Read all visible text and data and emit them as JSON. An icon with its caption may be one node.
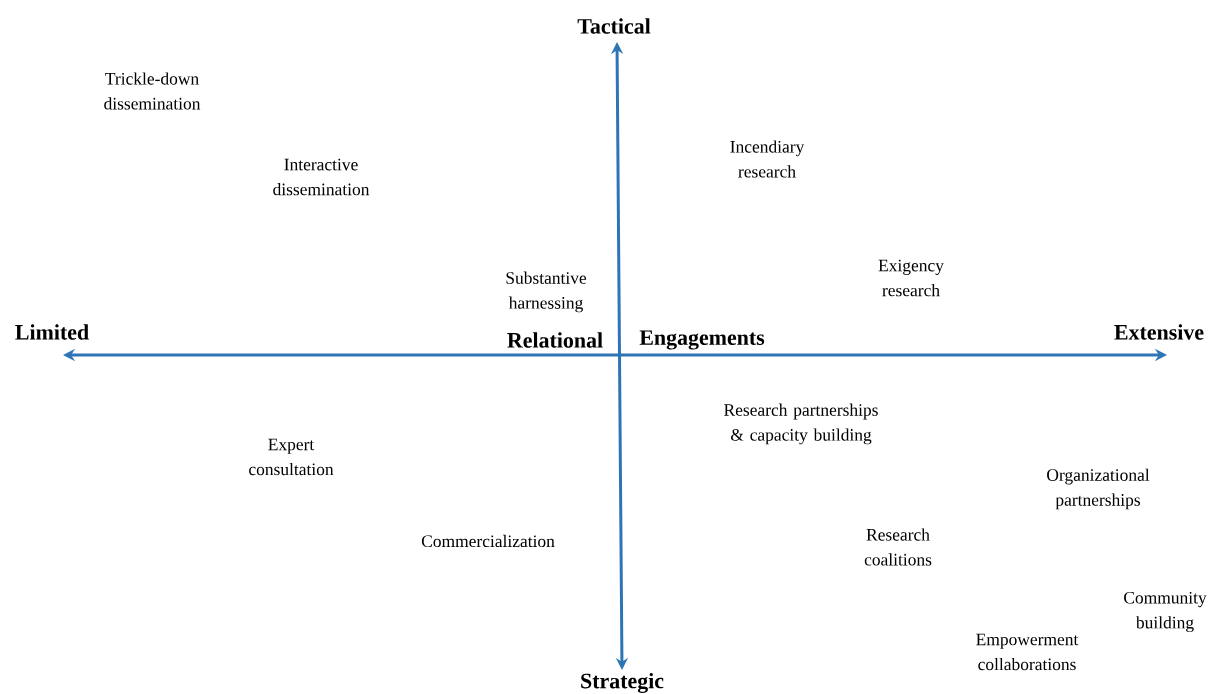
{
  "diagram": {
    "labels": [
      "Tactical",
      "Trickle-down dissemination",
      "Interactive dissemination",
      "Incendiary research",
      "Exigency research",
      "Substantive harnessing",
      "Limited",
      "Relational",
      "Engagements",
      "Extensive",
      "Research partnerships & capacity building",
      "Expert consultation",
      "Organizational partnerships",
      "Research coalitions",
      "Commercialization",
      "Community building",
      "Empowerment collaborations",
      "Strategic"
    ]
  }
}
